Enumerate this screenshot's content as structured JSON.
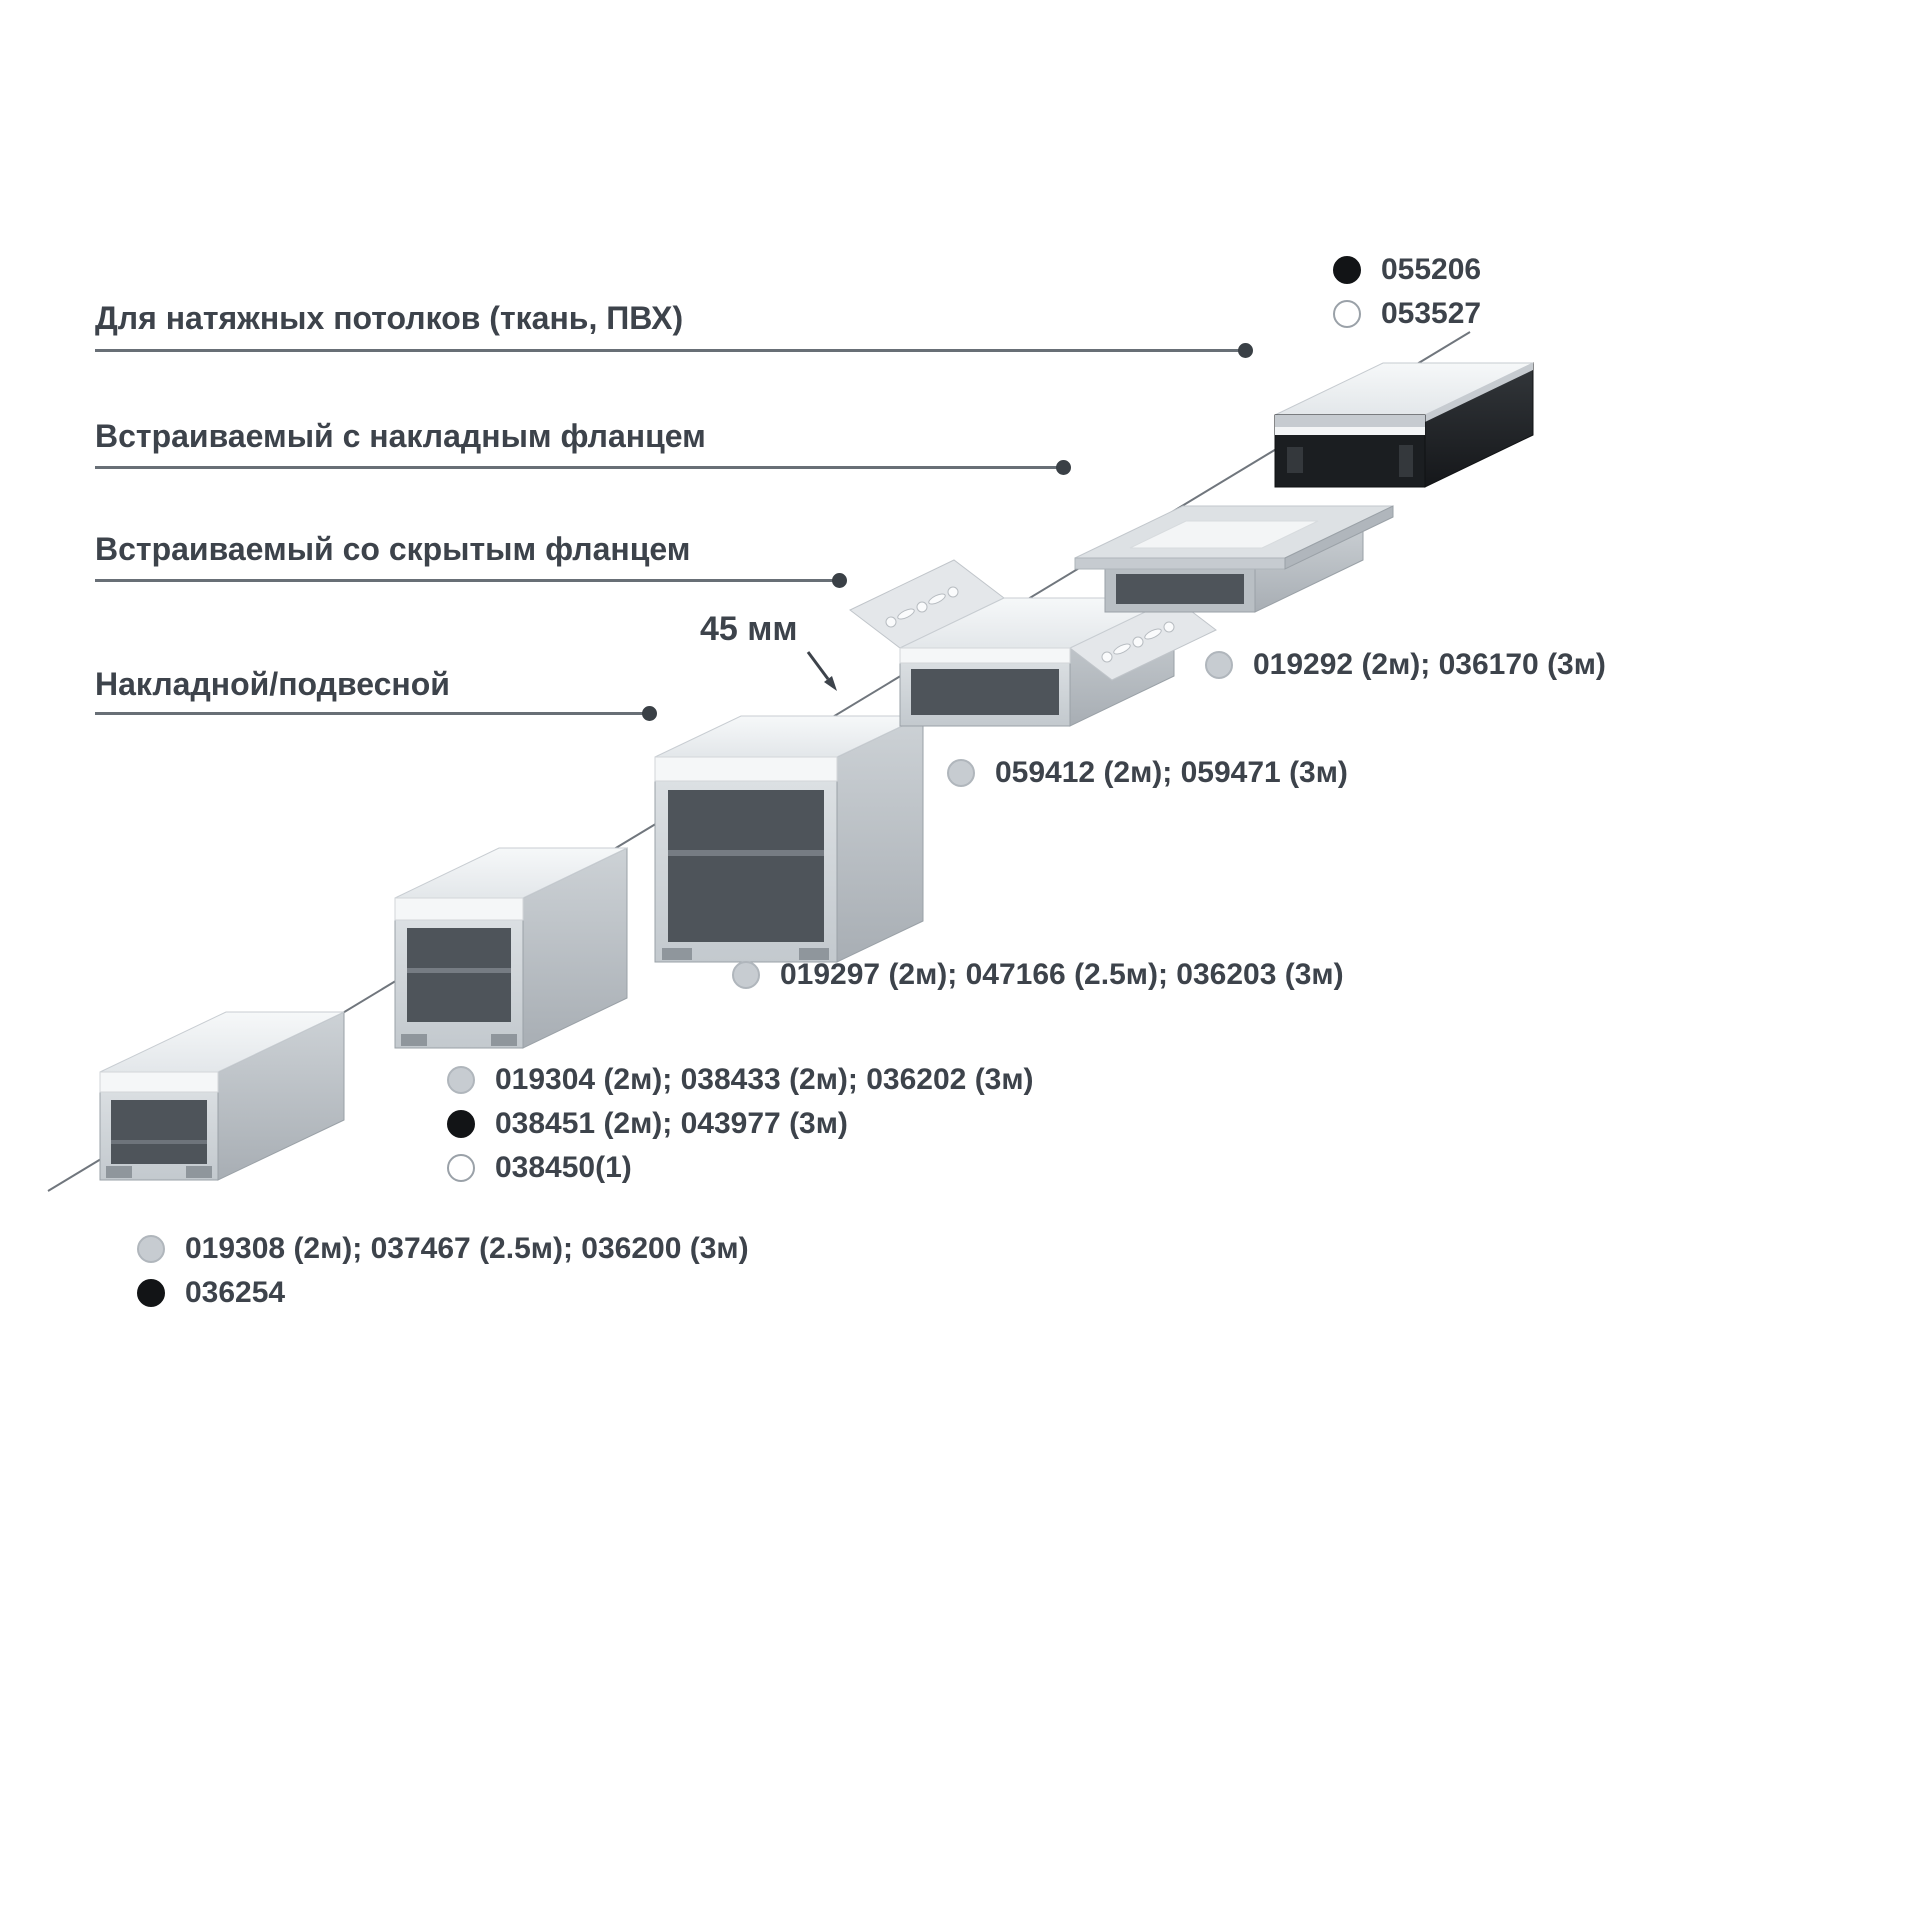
{
  "categories": [
    {
      "label": "Для натяжных потолков (ткань, ПВХ)"
    },
    {
      "label": "Встраиваемый с накладным фланцем"
    },
    {
      "label": "Встраиваемый со скрытым фланцем"
    },
    {
      "label": "Накладной/подвесной"
    }
  ],
  "dimension": {
    "label": "45 мм"
  },
  "codes": [
    {
      "dot": "black",
      "text": "055206"
    },
    {
      "dot": "white",
      "text": "053527"
    },
    {
      "dot": "gray",
      "text": "019292 (2м); 036170 (3м)"
    },
    {
      "dot": "gray",
      "text": "059412 (2м); 059471 (3м)"
    },
    {
      "dot": "gray",
      "text": "019297 (2м); 047166 (2.5м); 036203 (3м)"
    },
    {
      "dot": "gray",
      "text": "019304 (2м); 038433 (2м); 036202 (3м)"
    },
    {
      "dot": "black",
      "text": "038451 (2м); 043977 (3м)"
    },
    {
      "dot": "white",
      "text": "038450(1)"
    },
    {
      "dot": "gray",
      "text": "019308 (2м); 037467 (2.5м); 036200 (3м)"
    },
    {
      "dot": "black",
      "text": "036254"
    }
  ],
  "legend_dot_colors": {
    "gray": "#c7ccd1",
    "black": "#121416",
    "white": "#ffffff"
  },
  "colors": {
    "text": "#3d434b",
    "leader_line": "#686f76",
    "diagonal_line": "#70767d",
    "profile_body_light": "#c7ccd1",
    "profile_body_black": "#1b1e21",
    "diffuser": "#eef0f2",
    "cavity": "#4e545a"
  }
}
